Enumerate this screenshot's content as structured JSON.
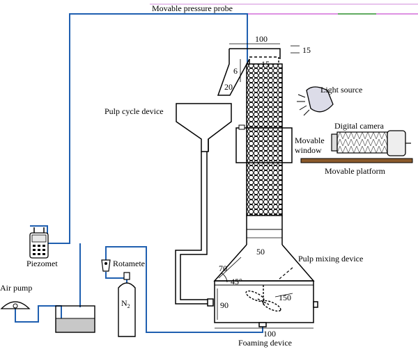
{
  "labels": {
    "probe": "Movable pressure probe",
    "light": "Light source",
    "pulp_cycle": "Pulp cycle device",
    "camera": "Digital camera",
    "window_1": "Movable",
    "window_2": "window",
    "platform": "Movable platform",
    "piezometer": "Piezomet",
    "rotameter": "Rotamete",
    "air_pump": "Air pump",
    "nitrogen": "N",
    "nitrogen_sub": "2",
    "pulp_mixing": "Pulp mixing device",
    "foaming": "Foaming device"
  },
  "dimensions": {
    "d100_top": "100",
    "d15_right": "15",
    "d15_inner": "15",
    "d6": "6",
    "d20": "20",
    "d50": "50",
    "d70": "70",
    "d45": "45°",
    "d150": "150",
    "d90": "90",
    "d100_bottom": "100"
  },
  "colors": {
    "pipe_blue": "#1f5fb0",
    "structure": "#000000",
    "platform_brown": "#8b5a2b",
    "accent_magenta": "#c94fd1",
    "accent_green": "#2f9e2f"
  }
}
